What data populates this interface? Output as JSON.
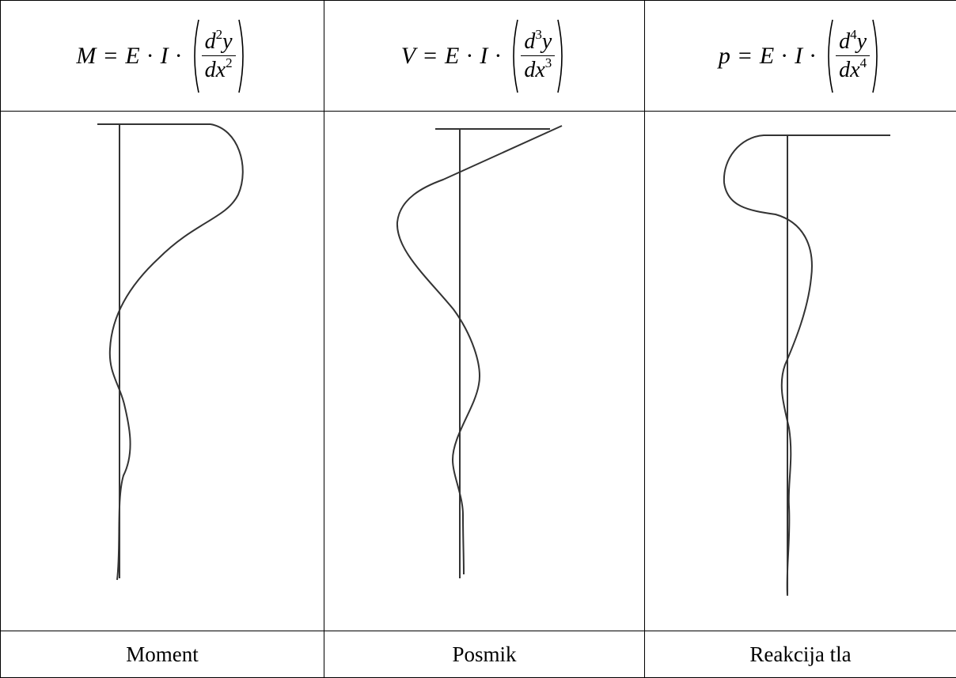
{
  "formulas": [
    {
      "lhs": "M",
      "eq": "=",
      "e": "E",
      "dot": "·",
      "i": "I",
      "num_d": "d",
      "num_exp": "2",
      "num_y": "y",
      "den_dx": "dx",
      "den_exp": "2"
    },
    {
      "lhs": "V",
      "eq": "=",
      "e": "E",
      "dot": "·",
      "i": "I",
      "num_d": "d",
      "num_exp": "3",
      "num_y": "y",
      "den_dx": "dx",
      "den_exp": "3"
    },
    {
      "lhs": "p",
      "eq": "=",
      "e": "E",
      "dot": "·",
      "i": "I",
      "num_d": "d",
      "num_exp": "4",
      "num_y": "y",
      "den_dx": "dx",
      "den_exp": "4"
    }
  ],
  "captions": [
    "Moment",
    "Posmik",
    "Reakcija tla"
  ],
  "line_color": "#333333"
}
